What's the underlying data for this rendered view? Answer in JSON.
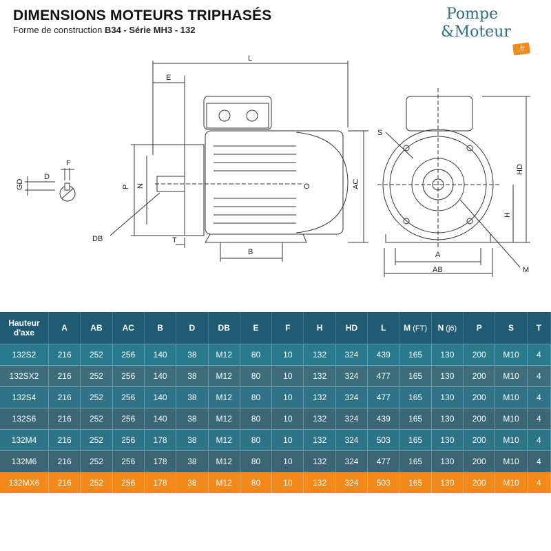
{
  "header": {
    "title": "DIMENSIONS MOTEURS TRIPHASÉS",
    "subtitle_prefix": "Forme de construction ",
    "subtitle_bold": "B34 - Série MH3 - 132"
  },
  "logo": {
    "line1": "Pompe",
    "line2": "&Moteur",
    "badge": ".fr"
  },
  "drawing_labels": {
    "L": "L",
    "E": "E",
    "AC": "AC",
    "P": "P",
    "N": "N",
    "O": "O",
    "DB": "DB",
    "T": "T",
    "B": "B",
    "F": "F",
    "D": "D",
    "GD": "GD",
    "S": "S",
    "HD": "HD",
    "H": "H",
    "A": "A",
    "AB": "AB",
    "M": "M"
  },
  "colors": {
    "header_bg": "#1f5c74",
    "highlight_row": "#f2891a",
    "brand": "#2d6e84"
  },
  "table": {
    "headers": [
      {
        "label": "Hauteur d'axe",
        "note": ""
      },
      {
        "label": "A",
        "note": ""
      },
      {
        "label": "AB",
        "note": ""
      },
      {
        "label": "AC",
        "note": ""
      },
      {
        "label": "B",
        "note": ""
      },
      {
        "label": "D",
        "note": ""
      },
      {
        "label": "DB",
        "note": ""
      },
      {
        "label": "E",
        "note": ""
      },
      {
        "label": "F",
        "note": ""
      },
      {
        "label": "H",
        "note": ""
      },
      {
        "label": "HD",
        "note": ""
      },
      {
        "label": "L",
        "note": ""
      },
      {
        "label": "M",
        "note": "(FT)"
      },
      {
        "label": "N",
        "note": "(j6)"
      },
      {
        "label": "P",
        "note": ""
      },
      {
        "label": "S",
        "note": ""
      },
      {
        "label": "T",
        "note": ""
      }
    ],
    "rows": [
      [
        "132S2",
        "216",
        "252",
        "256",
        "140",
        "38",
        "M12",
        "80",
        "10",
        "132",
        "324",
        "439",
        "165",
        "130",
        "200",
        "M10",
        "4"
      ],
      [
        "132SX2",
        "216",
        "252",
        "256",
        "140",
        "38",
        "M12",
        "80",
        "10",
        "132",
        "324",
        "477",
        "165",
        "130",
        "200",
        "M10",
        "4"
      ],
      [
        "132S4",
        "216",
        "252",
        "256",
        "140",
        "38",
        "M12",
        "80",
        "10",
        "132",
        "324",
        "477",
        "165",
        "130",
        "200",
        "M10",
        "4"
      ],
      [
        "132S6",
        "216",
        "252",
        "256",
        "140",
        "38",
        "M12",
        "80",
        "10",
        "132",
        "324",
        "439",
        "165",
        "130",
        "200",
        "M10",
        "4"
      ],
      [
        "132M4",
        "216",
        "252",
        "256",
        "178",
        "38",
        "M12",
        "80",
        "10",
        "132",
        "324",
        "503",
        "165",
        "130",
        "200",
        "M10",
        "4"
      ],
      [
        "132M6",
        "216",
        "252",
        "256",
        "178",
        "38",
        "M12",
        "80",
        "10",
        "132",
        "324",
        "477",
        "165",
        "130",
        "200",
        "M10",
        "4"
      ],
      [
        "132MX6",
        "216",
        "252",
        "256",
        "178",
        "38",
        "M12",
        "80",
        "10",
        "132",
        "324",
        "503",
        "165",
        "130",
        "200",
        "M10",
        "4"
      ]
    ]
  }
}
